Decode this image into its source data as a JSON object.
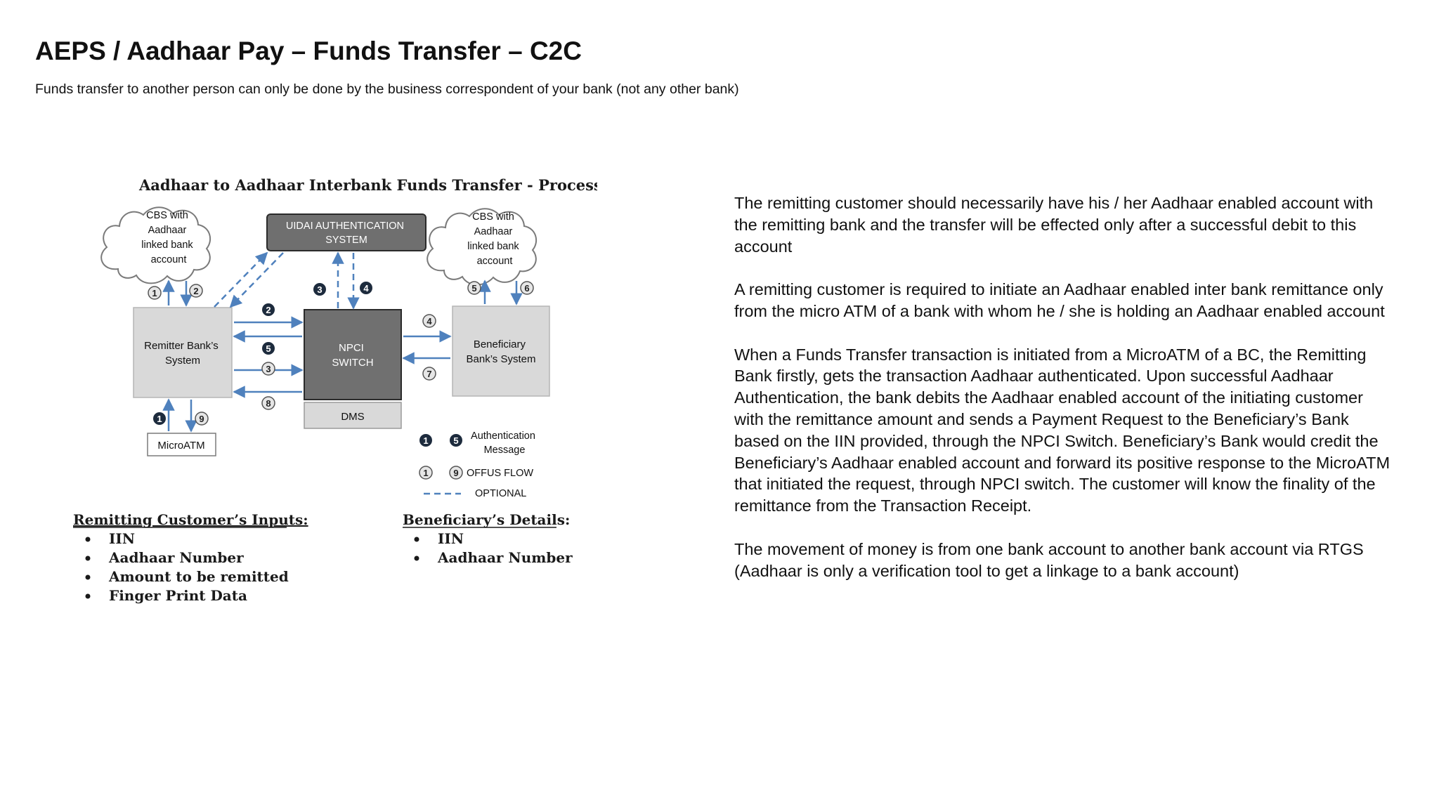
{
  "slide": {
    "title": "AEPS / Aadhaar Pay – Funds Transfer – C2C",
    "subtitle": "Funds transfer to another person can only be done by the business correspondent of your bank (not any other bank)"
  },
  "diagram": {
    "title": "Aadhaar to Aadhaar Interbank Funds Transfer - Process flow",
    "cloud_left_lines": [
      "CBS with",
      "Aadhaar",
      "linked bank",
      "account"
    ],
    "cloud_right_lines": [
      "CBS with",
      "Aadhaar",
      "linked bank",
      "account"
    ],
    "uidai_lines": [
      "UIDAI AUTHENTICATION",
      "SYSTEM"
    ],
    "remitter_lines": [
      "Remitter Bank’s",
      "System"
    ],
    "npci_lines": [
      "NPCI",
      "SWITCH"
    ],
    "beneficiary_lines": [
      "Beneficiary",
      "Bank’s System"
    ],
    "dms": "DMS",
    "microatm": "MicroATM",
    "steps": {
      "s1": "1",
      "s2": "2",
      "s3": "3",
      "s4": "4",
      "s5": "5",
      "s6": "6",
      "s7": "7",
      "s8": "8",
      "s9": "9"
    },
    "legend": {
      "auth_step_a": "1",
      "auth_step_b": "5",
      "auth_lines": [
        "Authentication",
        "Message"
      ],
      "offus_step_a": "1",
      "offus_step_b": "9",
      "offus_label": "OFFUS FLOW",
      "optional_label": "OPTIONAL"
    },
    "remitting_inputs": {
      "heading": "Remitting Customer’s Inputs:",
      "items": [
        "IIN",
        "Aadhaar Number",
        "Amount to be remitted",
        "Finger Print Data"
      ]
    },
    "beneficiary_details": {
      "heading": "Beneficiary’s Details:",
      "items": [
        "IIN",
        "Aadhaar Number"
      ]
    }
  },
  "description": {
    "paragraphs": [
      "The remitting customer should necessarily have his / her Aadhaar enabled account with the remitting bank and the transfer will be effected only after a successful debit to this account",
      "A remitting customer is required to initiate an Aadhaar enabled inter bank remittance only from the micro ATM of a bank with whom he / she is holding an Aadhaar enabled account",
      "When a Funds Transfer transaction is initiated from a MicroATM of a BC, the Remitting Bank firstly, gets the transaction Aadhaar authenticated. Upon successful Aadhaar Authentication, the bank debits the Aadhaar enabled account of the initiating customer with the remittance amount and sends a Payment Request to the Beneficiary’s Bank based on the IIN provided, through the NPCI Switch. Beneficiary’s Bank would credit the Beneficiary’s Aadhaar enabled account and forward its positive response to the MicroATM that initiated the request, through NPCI switch. The customer will know the finality of the remittance from the Transaction Receipt.",
      "The movement of money is from one bank account to another bank account via RTGS (Aadhaar is only a verification tool to get a linkage to a bank account)"
    ]
  },
  "colors": {
    "arrow": "#4f81bd",
    "dark_box": "#6f6f6f",
    "light_box": "#d9d9d9",
    "dark_badge": "#1d2b3d",
    "light_badge": "#e6e6e6"
  }
}
